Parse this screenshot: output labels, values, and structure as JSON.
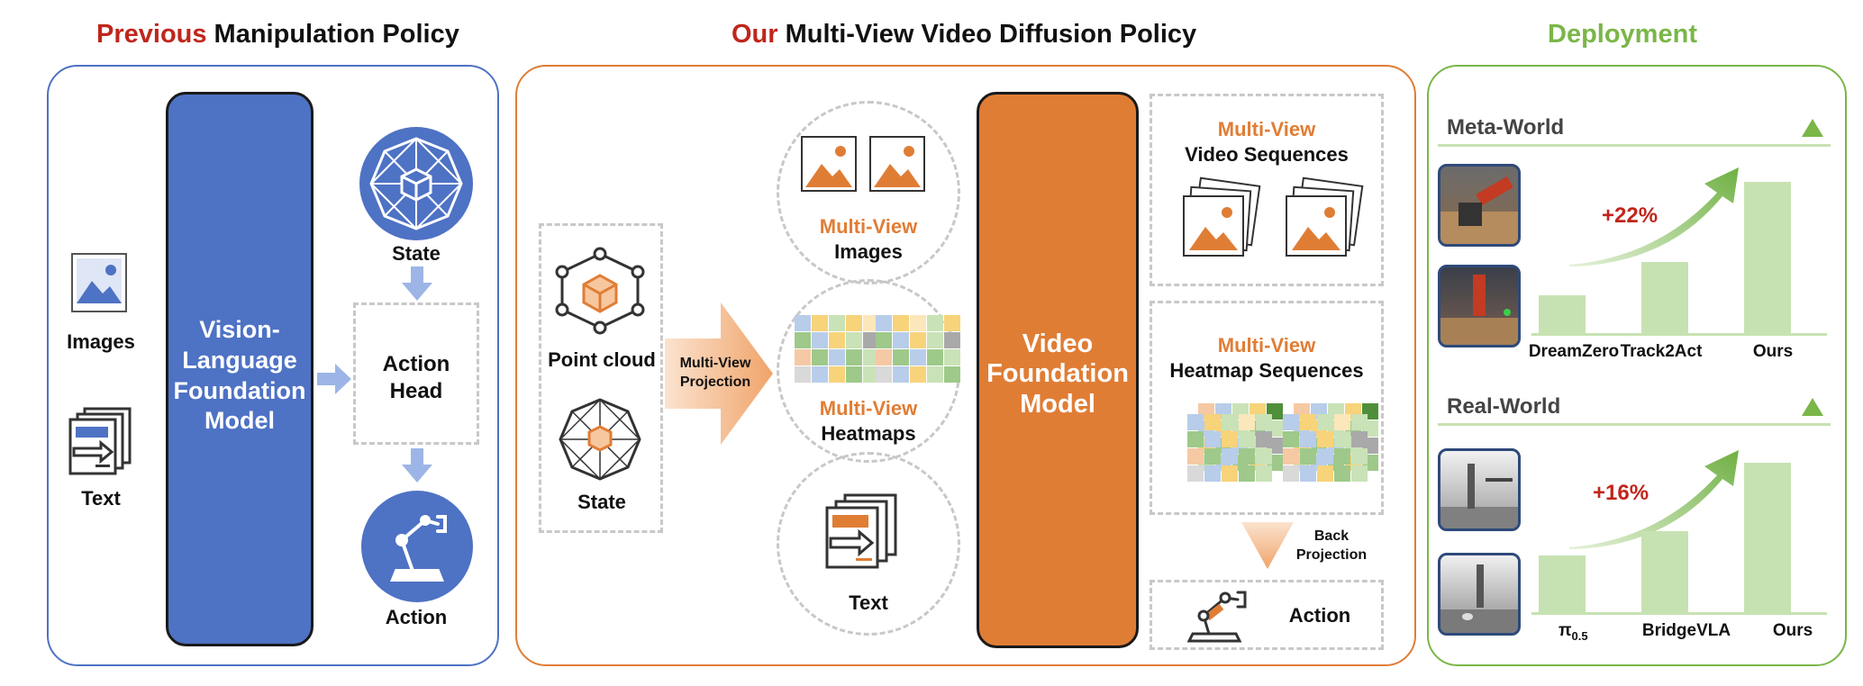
{
  "titles": {
    "previous_highlight": "Previous",
    "previous_rest": " Manipulation Policy",
    "ours_highlight": "Our",
    "ours_rest": " Multi-View Video Diffusion Policy",
    "deployment": "Deployment"
  },
  "previous": {
    "images": "Images",
    "text": "Text",
    "vlm_line1": "Vision-",
    "vlm_line2": "Language",
    "vlm_line3": "Foundation",
    "vlm_line4": "Model",
    "state": "State",
    "action_head_line1": "Action",
    "action_head_line2": "Head",
    "action": "Action"
  },
  "ours": {
    "point_cloud": "Point cloud",
    "state": "State",
    "projection_line1": "Multi-View",
    "projection_line2": "Projection",
    "mv_images_line1": "Multi-View",
    "mv_images_line2": "Images",
    "mv_heatmaps_line1": "Multi-View",
    "mv_heatmaps_line2": "Heatmaps",
    "text": "Text",
    "vfm_line1": "Video",
    "vfm_line2": "Foundation",
    "vfm_line3": "Model",
    "video_seq_line1": "Multi-View",
    "video_seq_line2": "Video Sequences",
    "heatmap_seq_line1": "Multi-View",
    "heatmap_seq_line2": "Heatmap Sequences",
    "back_projection_line1": "Back",
    "back_projection_line2": "Projection",
    "action": "Action"
  },
  "deployment": {
    "meta_world": "Meta-World",
    "real_world": "Real-World",
    "meta_gain": "+22%",
    "real_gain": "+16%",
    "meta_labels": [
      "DreamZero",
      "Track2Act",
      "Ours"
    ],
    "real_label_pi": "π",
    "real_label_pi_sub": "0.5",
    "real_labels": [
      "BridgeVLA",
      "Ours"
    ]
  },
  "colors": {
    "blue": "#4e72c4",
    "orange": "#e07d35",
    "green": "#7ab648",
    "red": "#c0261c",
    "bar_green": "#c7e2b2"
  },
  "chart_data": [
    {
      "type": "bar",
      "title": "Meta-World",
      "categories": [
        "DreamZero",
        "Track2Act",
        "Ours"
      ],
      "values": [
        0.25,
        0.47,
        1.0
      ],
      "annotation": "+22%"
    },
    {
      "type": "bar",
      "title": "Real-World",
      "categories": [
        "π0.5",
        "BridgeVLA",
        "Ours"
      ],
      "values": [
        0.38,
        0.54,
        1.0
      ],
      "annotation": "+16%"
    }
  ]
}
